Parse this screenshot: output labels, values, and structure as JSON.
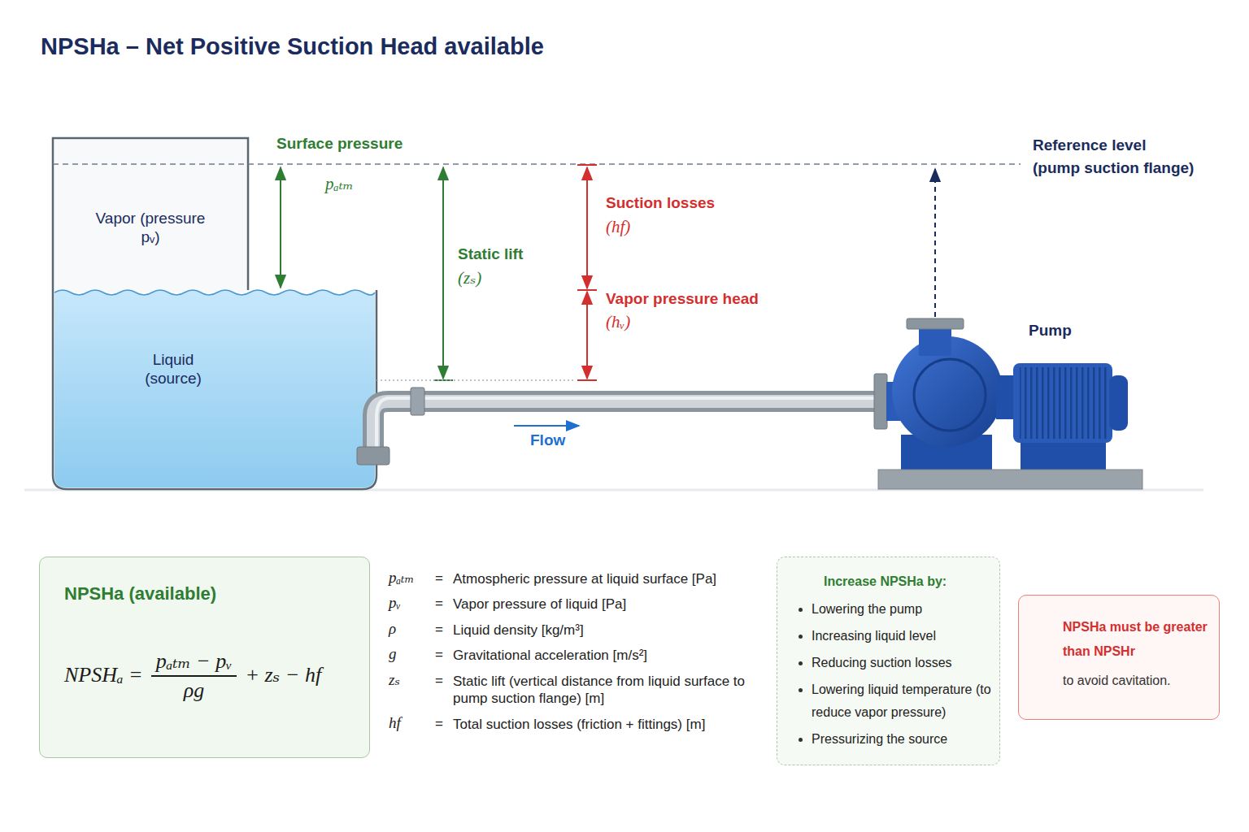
{
  "diagram": {
    "title": "NPSHa – Net Positive Suction Head available",
    "nodes": [
      {
        "text": [
          "Vapor (pressure pᵥ)",
          "Liquid (source)"
        ]
      },
      {
        "text": [
          "NPSHa (available)",
          "NPSHₐ =",
          "pₐₜₘ − pᵥ",
          "ρg",
          "+ zₛ − hf"
        ]
      },
      {
        "text": [
          "Increase NPSHa by:",
          "Lowering the pump",
          "Increasing liquid level",
          "Reducing suction losses",
          "Lowering liquid temperature (to reduce vapor pressure)",
          "Pressurizing the source"
        ]
      },
      {
        "text": [
          "NPSHa must be greater than NPSHr",
          "to avoid cavitation."
        ]
      }
    ],
    "labels": [
      "Surface pressure",
      "pₐₜₘ",
      "Static lift",
      "(zₛ)",
      "Suction losses",
      "(hf)",
      "Vapor pressure head",
      "(hᵥ)",
      "Reference level",
      "(pump suction flange)",
      "Pump",
      "Flow",
      "pₐₜₘ",
      "=",
      "Atmospheric pressure at liquid surface [Pa]",
      "pᵥ",
      "=",
      "Vapor pressure of liquid [Pa]",
      "ρ",
      "=",
      "Liquid density [kg/m³]",
      "g",
      "=",
      "Gravitational acceleration [m/s²]",
      "zₛ",
      "=",
      "Static lift (vertical distance from liquid surface to pump suction flange) [m]",
      "hf",
      "=",
      "Total suction losses (friction + fittings) [m]"
    ]
  }
}
